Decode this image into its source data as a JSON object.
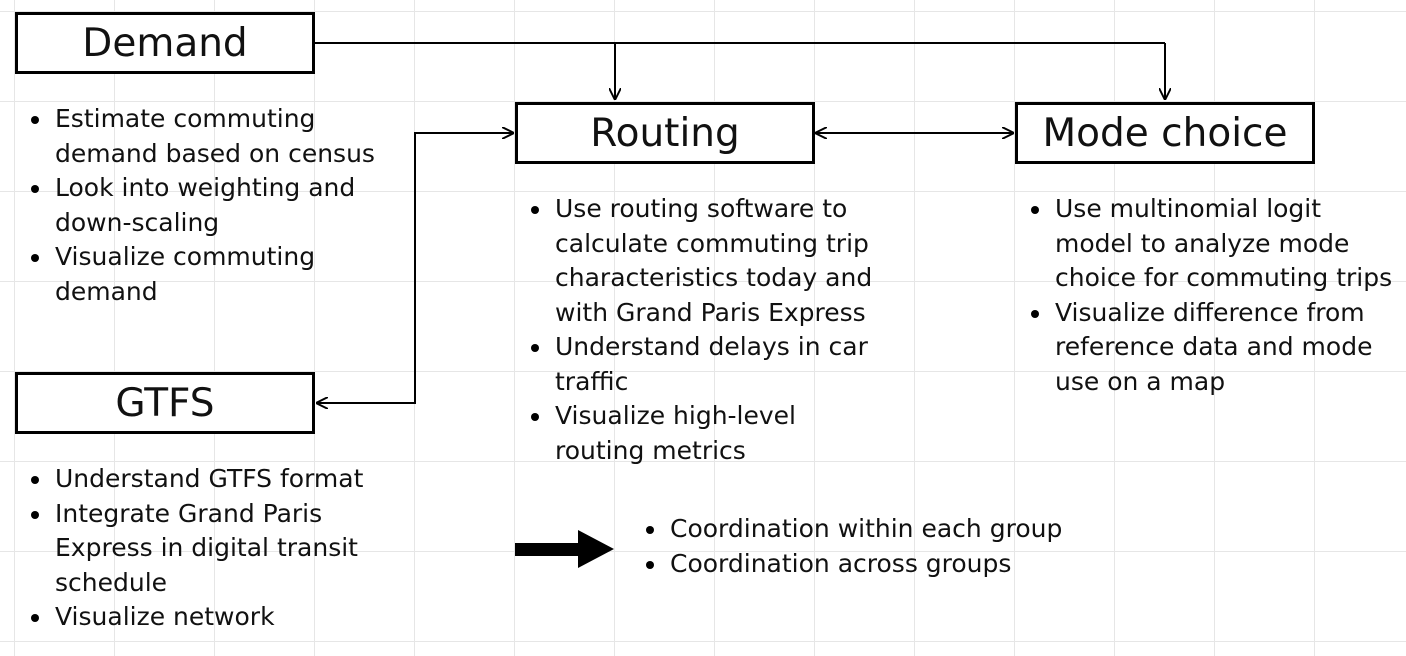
{
  "boxes": {
    "demand": "Demand",
    "routing": "Routing",
    "mode_choice": "Mode choice",
    "gtfs": "GTFS"
  },
  "demand_items": [
    "Estimate commuting demand based on census",
    "Look into weighting and down-scaling",
    "Visualize commuting demand"
  ],
  "routing_items": [
    "Use routing software to calculate commuting trip characteristics today and with Grand Paris Express",
    "Understand delays in car traffic",
    "Visualize high-level routing metrics"
  ],
  "mode_choice_items": [
    "Use multinomial logit model to analyze mode choice for commuting trips",
    "Visualize difference from reference data and mode use on a map"
  ],
  "gtfs_items": [
    "Understand GTFS format",
    "Integrate Grand Paris Express in digital transit schedule",
    "Visualize network"
  ],
  "coordination_items": [
    "Coordination within each group",
    "Coordination across groups"
  ]
}
